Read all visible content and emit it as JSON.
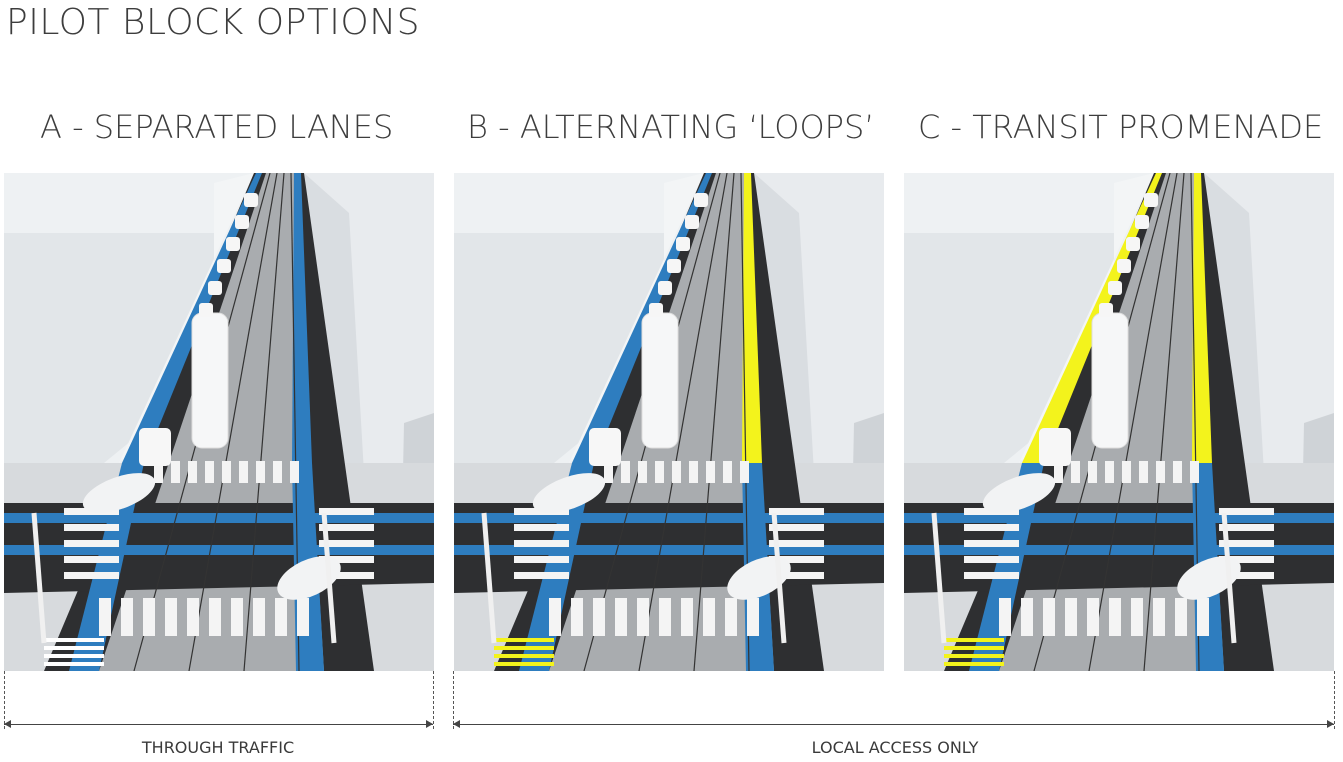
{
  "title": "PILOT BLOCK OPTIONS",
  "options": [
    {
      "label": "A - SEPARATED LANES",
      "lane_left": "#2e7dbf",
      "lane_right": "#2e7dbf",
      "lane_right_upper": "#2e7dbf",
      "lane_left_upper": "#2e7dbf",
      "cross": "#2e7dbf",
      "crosswalk_accent": "#ffffff"
    },
    {
      "label": "B - ALTERNATING ‘LOOPS’",
      "lane_left": "#2e7dbf",
      "lane_right": "#2e7dbf",
      "lane_right_upper": "#f3f31c",
      "lane_left_upper": "#2e7dbf",
      "cross": "#2e7dbf",
      "crosswalk_accent": "#f3f31c"
    },
    {
      "label": "C - TRANSIT PROMENADE",
      "lane_left": "#2e7dbf",
      "lane_right": "#2e7dbf",
      "lane_right_upper": "#f3f31c",
      "lane_left_upper": "#f3f31c",
      "cross": "#2e7dbf",
      "crosswalk_accent": "#f3f31c"
    }
  ],
  "spans": [
    {
      "label": "THROUGH TRAFFIC"
    },
    {
      "label": "LOCAL ACCESS ONLY"
    }
  ]
}
